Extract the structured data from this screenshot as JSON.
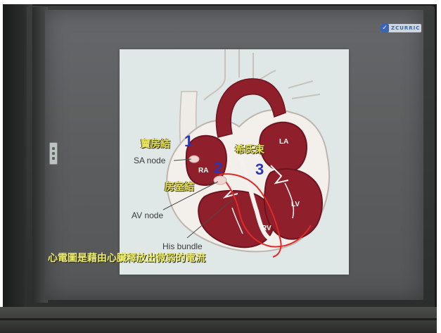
{
  "logo": {
    "check_glyph": "✓",
    "text": "ZCURRIC"
  },
  "diagram": {
    "label_sa_cn": "竇房結",
    "label_sa_en": "SA node",
    "label_av_cn": "房室結",
    "label_av_en": "AV node",
    "label_his_cn": "希氏束",
    "label_his_en": "His bundle",
    "num_1": "1",
    "num_2": "2",
    "num_3": "3",
    "struct_ra": "RA",
    "struct_la": "LA",
    "struct_lv": "LV",
    "struct_rv": "RV"
  },
  "caption": {
    "text": "心電圖是藉由心臟釋放出微弱的電流"
  },
  "colors": {
    "muscle": "#8f1f2a",
    "muscle_dark": "#6d1420",
    "chamber_wall": "#f4f1ee",
    "conduction": "#e02a2a",
    "number": "#2a36b8",
    "label_cn": "#e8e15a",
    "slide_bg": "#dfe8e6"
  }
}
